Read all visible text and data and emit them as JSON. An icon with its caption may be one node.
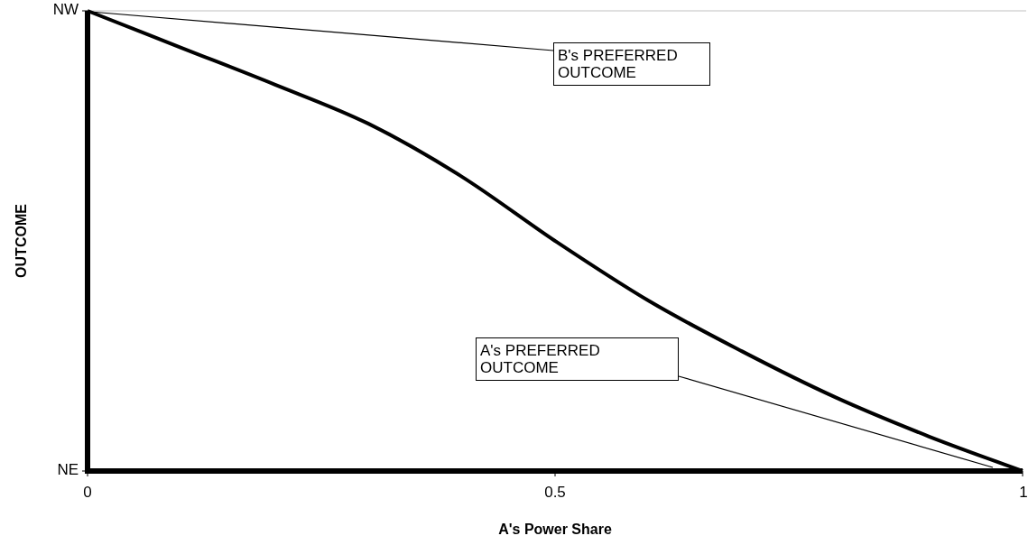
{
  "diagram": {
    "nodes": [
      {
        "text": [
          "B's PREFERRED OUTCOME"
        ]
      },
      {
        "text": [
          "A's PREFERRED OUTCOME"
        ]
      }
    ],
    "edges": [
      {
        "from": 0,
        "to": null,
        "arrow": "none"
      },
      {
        "from": 1,
        "to": null,
        "arrow": "none"
      }
    ],
    "labels": [
      "NW",
      "OUTCOME",
      "NE",
      "0",
      "0.5",
      "1",
      "A's Power Share"
    ]
  }
}
